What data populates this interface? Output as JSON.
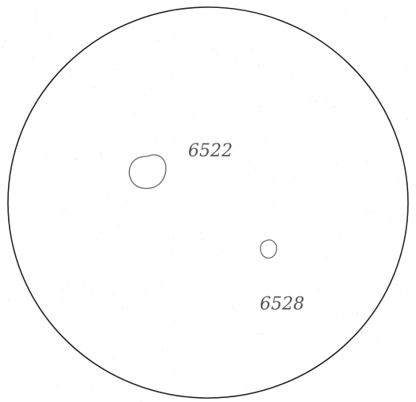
{
  "drawing": {
    "labels": [
      {
        "id": "label-6522",
        "text": "6522"
      },
      {
        "id": "label-6528",
        "text": "6528"
      }
    ],
    "colors": {
      "background": "#ffffff",
      "outline": "#222222",
      "spot": "#666666",
      "text": "#555555",
      "noise": "#bdbdbd"
    }
  }
}
